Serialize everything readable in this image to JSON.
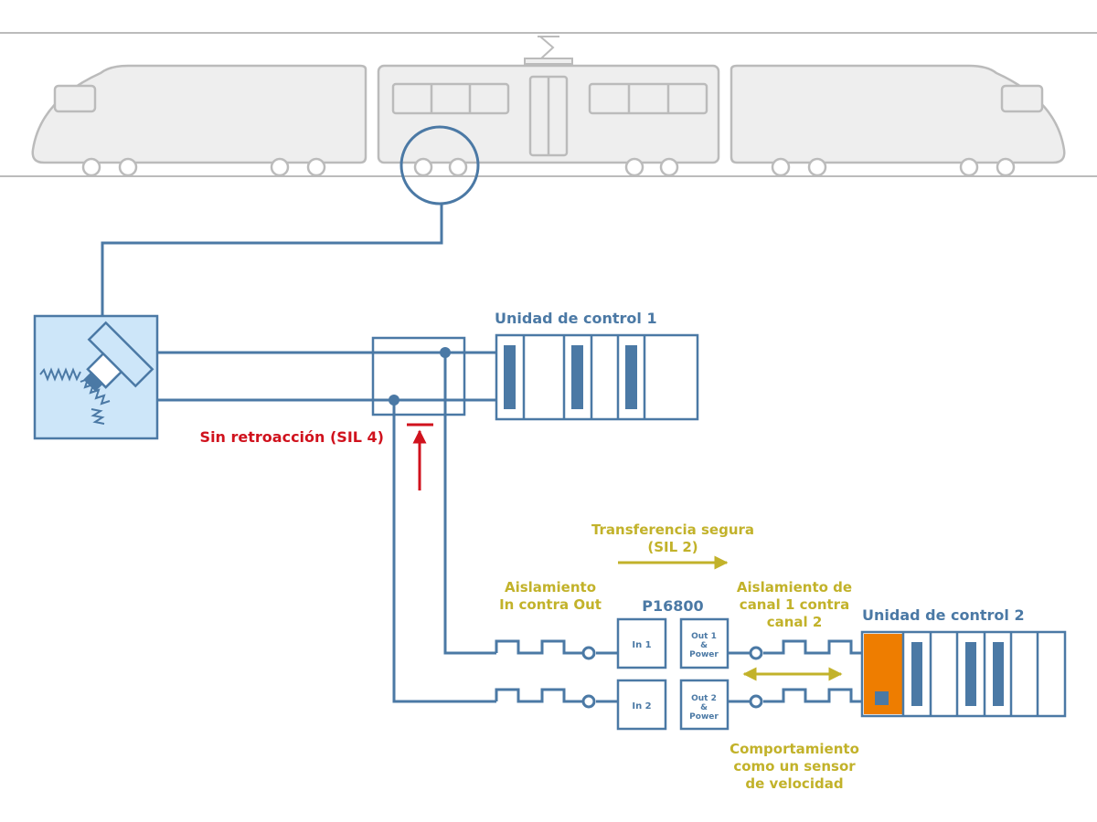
{
  "colors": {
    "wire": "#4b79a5",
    "train_fill": "#eeeeee",
    "train_stroke": "#bbbbbb",
    "sensor_fill": "#cde6f9",
    "feedback_red": "#d0121d",
    "annotation_olive": "#c2b22a",
    "active_module_orange": "#ee7d00"
  },
  "icons": {
    "train": "train-icon",
    "sensor": "speed-sensor-icon"
  },
  "labels": {
    "control_unit_1": "Unidad de control 1",
    "control_unit_2": "Unidad de control 2",
    "no_feedback": "Sin retroacción (SIL 4)",
    "safe_transfer_line1": "Transferencia segura",
    "safe_transfer_line2": "(SIL 2)",
    "isolation_in_out_line1": "Aislamiento",
    "isolation_in_out_line2": "In contra Out",
    "device_name": "P16800",
    "isolation_channels_line1": "Aislamiento de",
    "isolation_channels_line2": "canal 1 contra",
    "isolation_channels_line3": "canal 2",
    "behavior_line1": "Comportamiento",
    "behavior_line2": "como un sensor",
    "behavior_line3": "de velocidad"
  },
  "device": {
    "in1": "In 1",
    "in2": "In 2",
    "out1_line1": "Out 1",
    "out1_line2": "&",
    "out1_line3": "Power",
    "out2_line1": "Out 2",
    "out2_line2": "&",
    "out2_line3": "Power"
  }
}
